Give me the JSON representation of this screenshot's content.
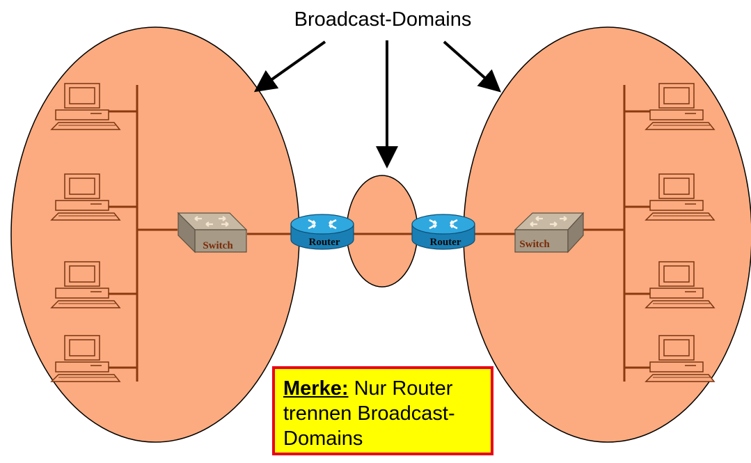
{
  "title": "Broadcast-Domains",
  "devices": {
    "switch_left": "Switch",
    "switch_right": "Switch",
    "router_left": "Router",
    "router_right": "Router"
  },
  "note": {
    "keyword": "Merke:",
    "text": "Nur Router trennen Broadcast-Domains"
  },
  "colors": {
    "domain_fill": "#fbab7f",
    "cable": "#8b3a0f",
    "computer_fill": "#fbab7f",
    "switch_body": "#a79a86",
    "router_body": "#1f93d0",
    "note_bg": "#ffff00",
    "note_border": "#e8001c"
  }
}
